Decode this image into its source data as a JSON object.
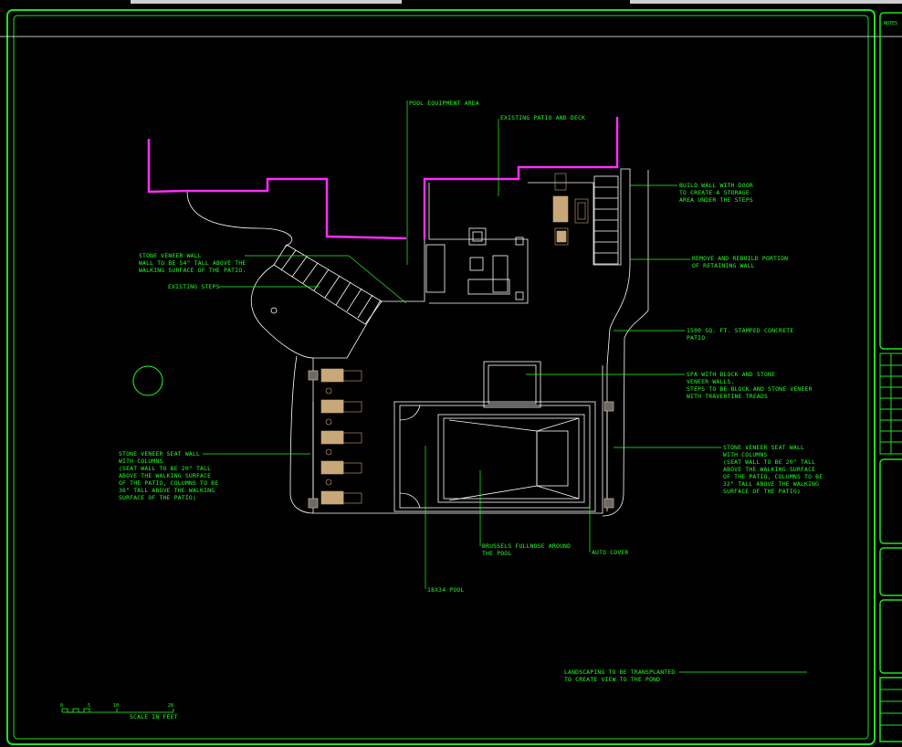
{
  "colors": {
    "background": "#000000",
    "border": "#1fe01f",
    "annotation": "#22ff22",
    "linework": "#ffffff",
    "wall": "#ff2dff",
    "furniture": "#c8a878"
  },
  "title_block": {
    "header": "NOTES"
  },
  "notes": {
    "pool_equipment": "POOL EQUIPMENT AREA",
    "existing_patio": "EXISTING PATIO AND DECK",
    "build_wall_1": "BUILD WALL WITH DOOR",
    "build_wall_2": "TO CREATE A STORAGE",
    "build_wall_3": "AREA UNDER THE STEPS",
    "remove_rebuild_1": "REMOVE AND REBUILD PORTION",
    "remove_rebuild_2": "OF RETAINING WALL",
    "stone_veneer_1": "STONE VENEER WALL",
    "stone_veneer_2": "WALL TO BE 54\" TALL ABOVE THE",
    "stone_veneer_3": "WALKING SURFACE OF THE PATIO.",
    "existing_steps": "EXISTING STEPS",
    "stamped_concrete_1": "1500 SQ. FT. STAMPED CONCRETE",
    "stamped_concrete_2": "PATIO",
    "spa_1": "SPA WITH BLOCK AND STONE",
    "spa_2": "VENEER WALLS.",
    "spa_3": "STEPS TO BE BLOCK AND STONE VENEER",
    "spa_4": "WITH TRAVERTINE TREADS",
    "seat_left_1": "STONE VENEER SEAT WALL",
    "seat_left_2": "WITH COLUMNS",
    "seat_left_3": "(SEAT WALL TO BE 20\" TALL",
    "seat_left_4": "ABOVE THE WALKING SURFACE",
    "seat_left_5": "OF THE PATIO, COLUMNS TO BE",
    "seat_left_6": "36\" TALL ABOVE THE WALKING",
    "seat_left_7": "SURFACE OF THE PATIO)",
    "seat_right_1": "STONE VENEER SEAT WALL",
    "seat_right_2": "WITH COLUMNS",
    "seat_right_3": "(SEAT WALL TO BE 20\" TALL",
    "seat_right_4": "ABOVE THE WALKING SURFACE",
    "seat_right_5": "OF THE PATIO, COLUMNS TO BE",
    "seat_right_6": "32\" TALL ABOVE THE WALKING",
    "seat_right_7": "SURFACE OF THE PATIO)",
    "brussels_1": "BRUSSELS FULLNOSE AROUND",
    "brussels_2": "THE POOL",
    "auto_cover": "AUTO COVER",
    "pool_size": "18X34 POOL",
    "landscaping_1": "LANDSCAPING TO BE TRANSPLANTED",
    "landscaping_2": "TO CREATE VIEW TO THE POND"
  },
  "scale": {
    "t0": "0",
    "t5": "5",
    "t10": "10",
    "t20": "20",
    "label": "SCALE IN FEET"
  }
}
